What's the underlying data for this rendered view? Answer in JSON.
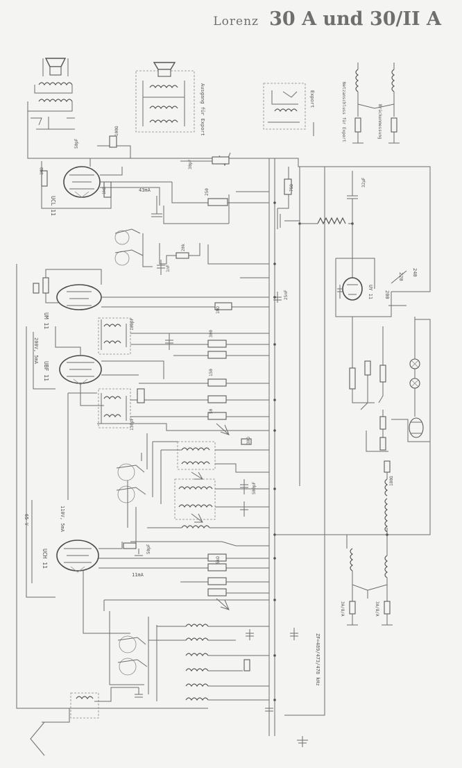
{
  "title": {
    "brand": "Lorenz",
    "model": "30 A und 30/II A"
  },
  "tubes": [
    {
      "name": "UCL 11"
    },
    {
      "name": "UM 11"
    },
    {
      "name": "UBF 11",
      "note": "200V, 5mA"
    },
    {
      "name": "UCH 11",
      "note": "110V, 5mA"
    },
    {
      "name": "UY 11"
    }
  ],
  "annotations": {
    "insets": [
      "Ausgang für Export",
      "Export",
      "Netzanschluss für Export",
      "Brückenmessung"
    ],
    "ucl_current": "43mA",
    "uch_current": "11mA",
    "supply_voltage": "65 V",
    "if_freq": "ZF=489/473/478 kHz",
    "fuse_a": "3A/8/A",
    "fuse_b": "3A/8/A",
    "voltage_marks": [
      "220",
      "240",
      "200"
    ]
  },
  "resistor_labels": [
    "1MΩ",
    "100Ω",
    "1kΩ",
    "250",
    "75Ω",
    "20k",
    "1MΩ",
    "300",
    "150",
    "50",
    "30Ω",
    "5kΩ",
    "180Ω"
  ],
  "capacitor_labels": [
    "30pF",
    "50pF",
    "32μF",
    "1nF",
    "25nF",
    "100pF",
    "130pF",
    "500pF",
    "50pF"
  ]
}
